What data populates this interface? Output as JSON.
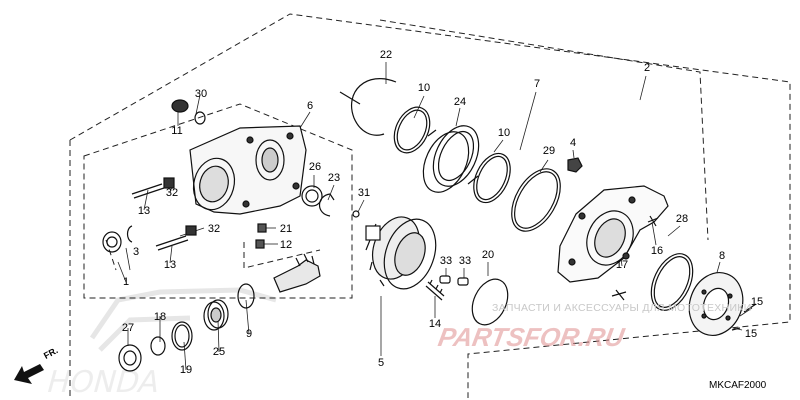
{
  "diagram": {
    "drawing_code": "MKCAF2000",
    "direction_label": "FR.",
    "brand_watermark": "HONDA",
    "site_watermark_text": "ЗАПЧАСТИ И АКСЕССУАРЫ ДЛЯ МОТОТЕХНИКИ",
    "site_watermark_logo": "PARTSFOR.RU",
    "callouts": {
      "c1": "1",
      "c2": "2",
      "c3": "3",
      "c4": "4",
      "c5": "5",
      "c6": "6",
      "c7": "7",
      "c8": "8",
      "c9": "9",
      "c10a": "10",
      "c10b": "10",
      "c11": "11",
      "c12": "12",
      "c13a": "13",
      "c13b": "13",
      "c14": "14",
      "c15a": "15",
      "c15b": "15",
      "c16": "16",
      "c17": "17",
      "c18": "18",
      "c19": "19",
      "c20": "20",
      "c21": "21",
      "c22": "22",
      "c23": "23",
      "c24": "24",
      "c25": "25",
      "c26": "26",
      "c27": "27",
      "c28": "28",
      "c29": "29",
      "c30": "30",
      "c31": "31",
      "c32a": "32",
      "c32b": "32",
      "c33a": "33",
      "c33b": "33"
    }
  }
}
